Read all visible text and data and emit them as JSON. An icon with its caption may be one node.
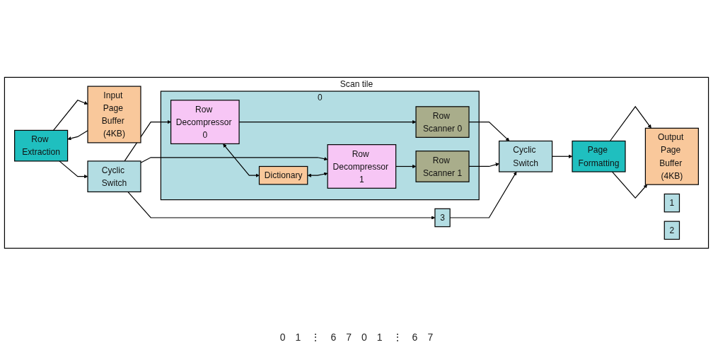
{
  "diagram": {
    "nodes": [
      {
        "text": [
          "Scan tile"
        ]
      },
      {
        "text": [
          "Input Page Buffer (4KB)"
        ],
        "in": 0
      },
      {
        "text": [
          "Row Extraction"
        ],
        "in": 0
      },
      {
        "text": [
          "Cyclic Switch"
        ],
        "in": 0
      },
      {
        "text": [
          "0"
        ],
        "in": 0
      },
      {
        "text": [
          "Row Decompressor 0"
        ],
        "in": 4
      },
      {
        "text": [
          "Row Scanner 0"
        ],
        "in": 4
      },
      {
        "text": [
          "Dictionary"
        ],
        "in": 4
      },
      {
        "text": [
          "Row Decompressor 1"
        ],
        "in": 4
      },
      {
        "text": [
          "Row Scanner 1"
        ],
        "in": 4
      },
      {
        "text": [
          "1"
        ],
        "in": 0
      },
      {
        "text": [
          "2"
        ],
        "in": 0
      },
      {
        "text": [
          "3"
        ],
        "in": 0
      },
      {
        "text": [
          "Cyclic Switch"
        ],
        "in": 0
      },
      {
        "text": [
          "Page Formatting"
        ],
        "in": 0
      },
      {
        "text": [
          "Output Page Buffer (4KB)"
        ],
        "in": 0
      }
    ],
    "edges": [
      {
        "from": 2,
        "to": 1,
        "arrow": "to"
      },
      {
        "from": 1,
        "to": 2,
        "arrow": "to"
      },
      {
        "from": 2,
        "to": 3,
        "arrow": "to"
      },
      {
        "from": 3,
        "to": 5,
        "arrow": "to"
      },
      {
        "from": 3,
        "to": 8,
        "arrow": "to"
      },
      {
        "from": 3,
        "to": 12,
        "arrow": "to"
      },
      {
        "from": 5,
        "to": 7,
        "arrow": "both"
      },
      {
        "from": 7,
        "to": 8,
        "arrow": "both"
      },
      {
        "from": 5,
        "to": 6,
        "arrow": "to"
      },
      {
        "from": 8,
        "to": 9,
        "arrow": "to"
      },
      {
        "from": 6,
        "to": 13,
        "arrow": "to"
      },
      {
        "from": 9,
        "to": 13,
        "arrow": "to"
      },
      {
        "from": 12,
        "to": 13,
        "arrow": "to"
      },
      {
        "from": 13,
        "to": 14,
        "arrow": "to"
      },
      {
        "from": 14,
        "to": 15,
        "arrow": "to"
      },
      {
        "from": 14,
        "to": 15,
        "arrow": "to"
      }
    ],
    "labels": [
      "0",
      "1",
      "⋮",
      "6",
      "7",
      "0",
      "1",
      "⋮",
      "6",
      "7"
    ]
  }
}
